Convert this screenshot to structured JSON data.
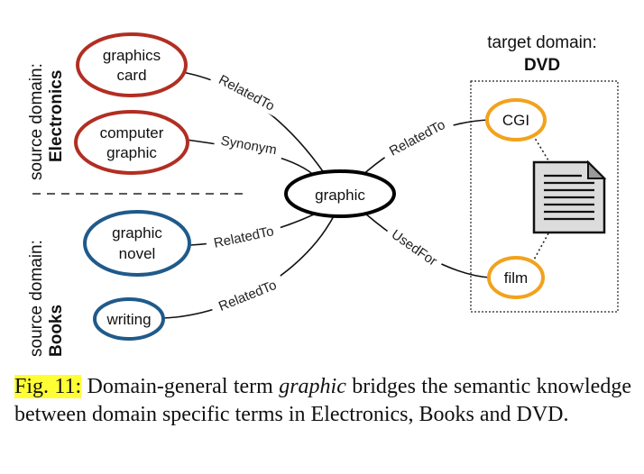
{
  "source_electronics": {
    "line1": "source domain:",
    "line2": "Electronics"
  },
  "source_books": {
    "line1": "source domain:",
    "line2": "Books"
  },
  "target": {
    "line1": "target domain:",
    "line2": "DVD"
  },
  "nodes": {
    "graphics_card": [
      "graphics",
      "card"
    ],
    "computer_graphic": [
      "computer",
      "graphic"
    ],
    "graphic_novel": [
      "graphic",
      "novel"
    ],
    "writing": "writing",
    "graphic": "graphic",
    "cgi": "CGI",
    "film": "film"
  },
  "edges": {
    "graphics_card": "RelatedTo",
    "computer_graphic": "Synonym",
    "graphic_novel": "RelatedTo",
    "writing": "RelatedTo",
    "cgi": "RelatedTo",
    "film": "UsedFor"
  },
  "colors": {
    "electronics": "#b22e22",
    "books": "#1f5a8a",
    "dvd": "#f2a21c"
  },
  "icons": {
    "document": "document-icon"
  },
  "caption": {
    "label": "Fig. 11:",
    "text_before": " Domain-general term ",
    "term": "graphic",
    "text_after": " bridges the semantic knowledge between domain specific terms in Electronics, Books and DVD."
  }
}
